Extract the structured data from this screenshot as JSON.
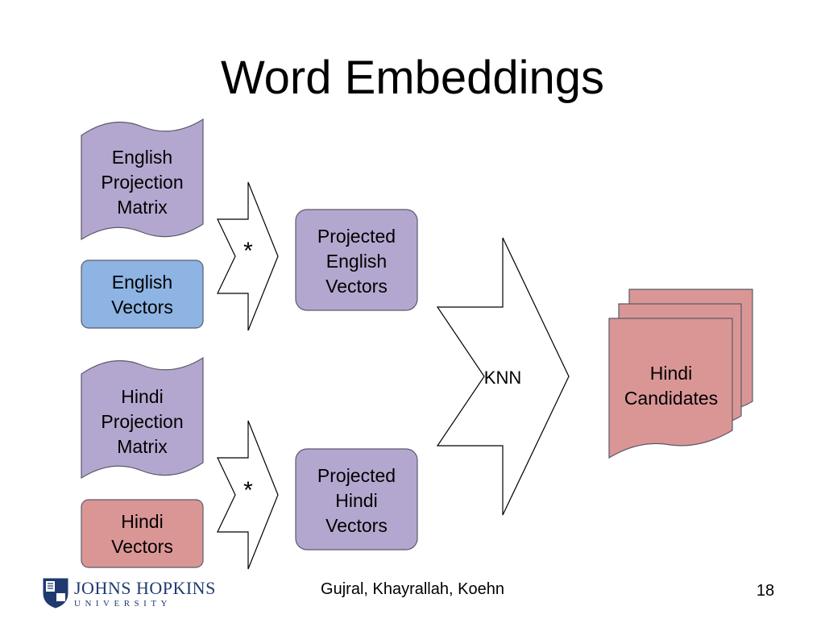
{
  "slide": {
    "title": "Word Embeddings",
    "authors": "Gujral, Khayrallah, Koehn",
    "page_number": "18"
  },
  "logo": {
    "name_line": "JOHNS HOPKINS",
    "sub_line": "UNIVERSITY"
  },
  "nodes": {
    "english_projection_matrix": "English Projection Matrix",
    "english_vectors": "English Vectors",
    "hindi_projection_matrix": "Hindi Projection Matrix",
    "hindi_vectors": "Hindi Vectors",
    "projected_english_vectors": "Projected English Vectors",
    "projected_hindi_vectors": "Projected Hindi Vectors",
    "hindi_candidates": "Hindi Candidates"
  },
  "operators": {
    "multiply_top": "*",
    "multiply_bottom": "*",
    "knn": "KNN"
  },
  "colors": {
    "matrix_fill": "#b4a7cf",
    "english_vectors_fill": "#8db4e2",
    "hindi_fill": "#da9695",
    "outline": "#5a5a6a"
  }
}
